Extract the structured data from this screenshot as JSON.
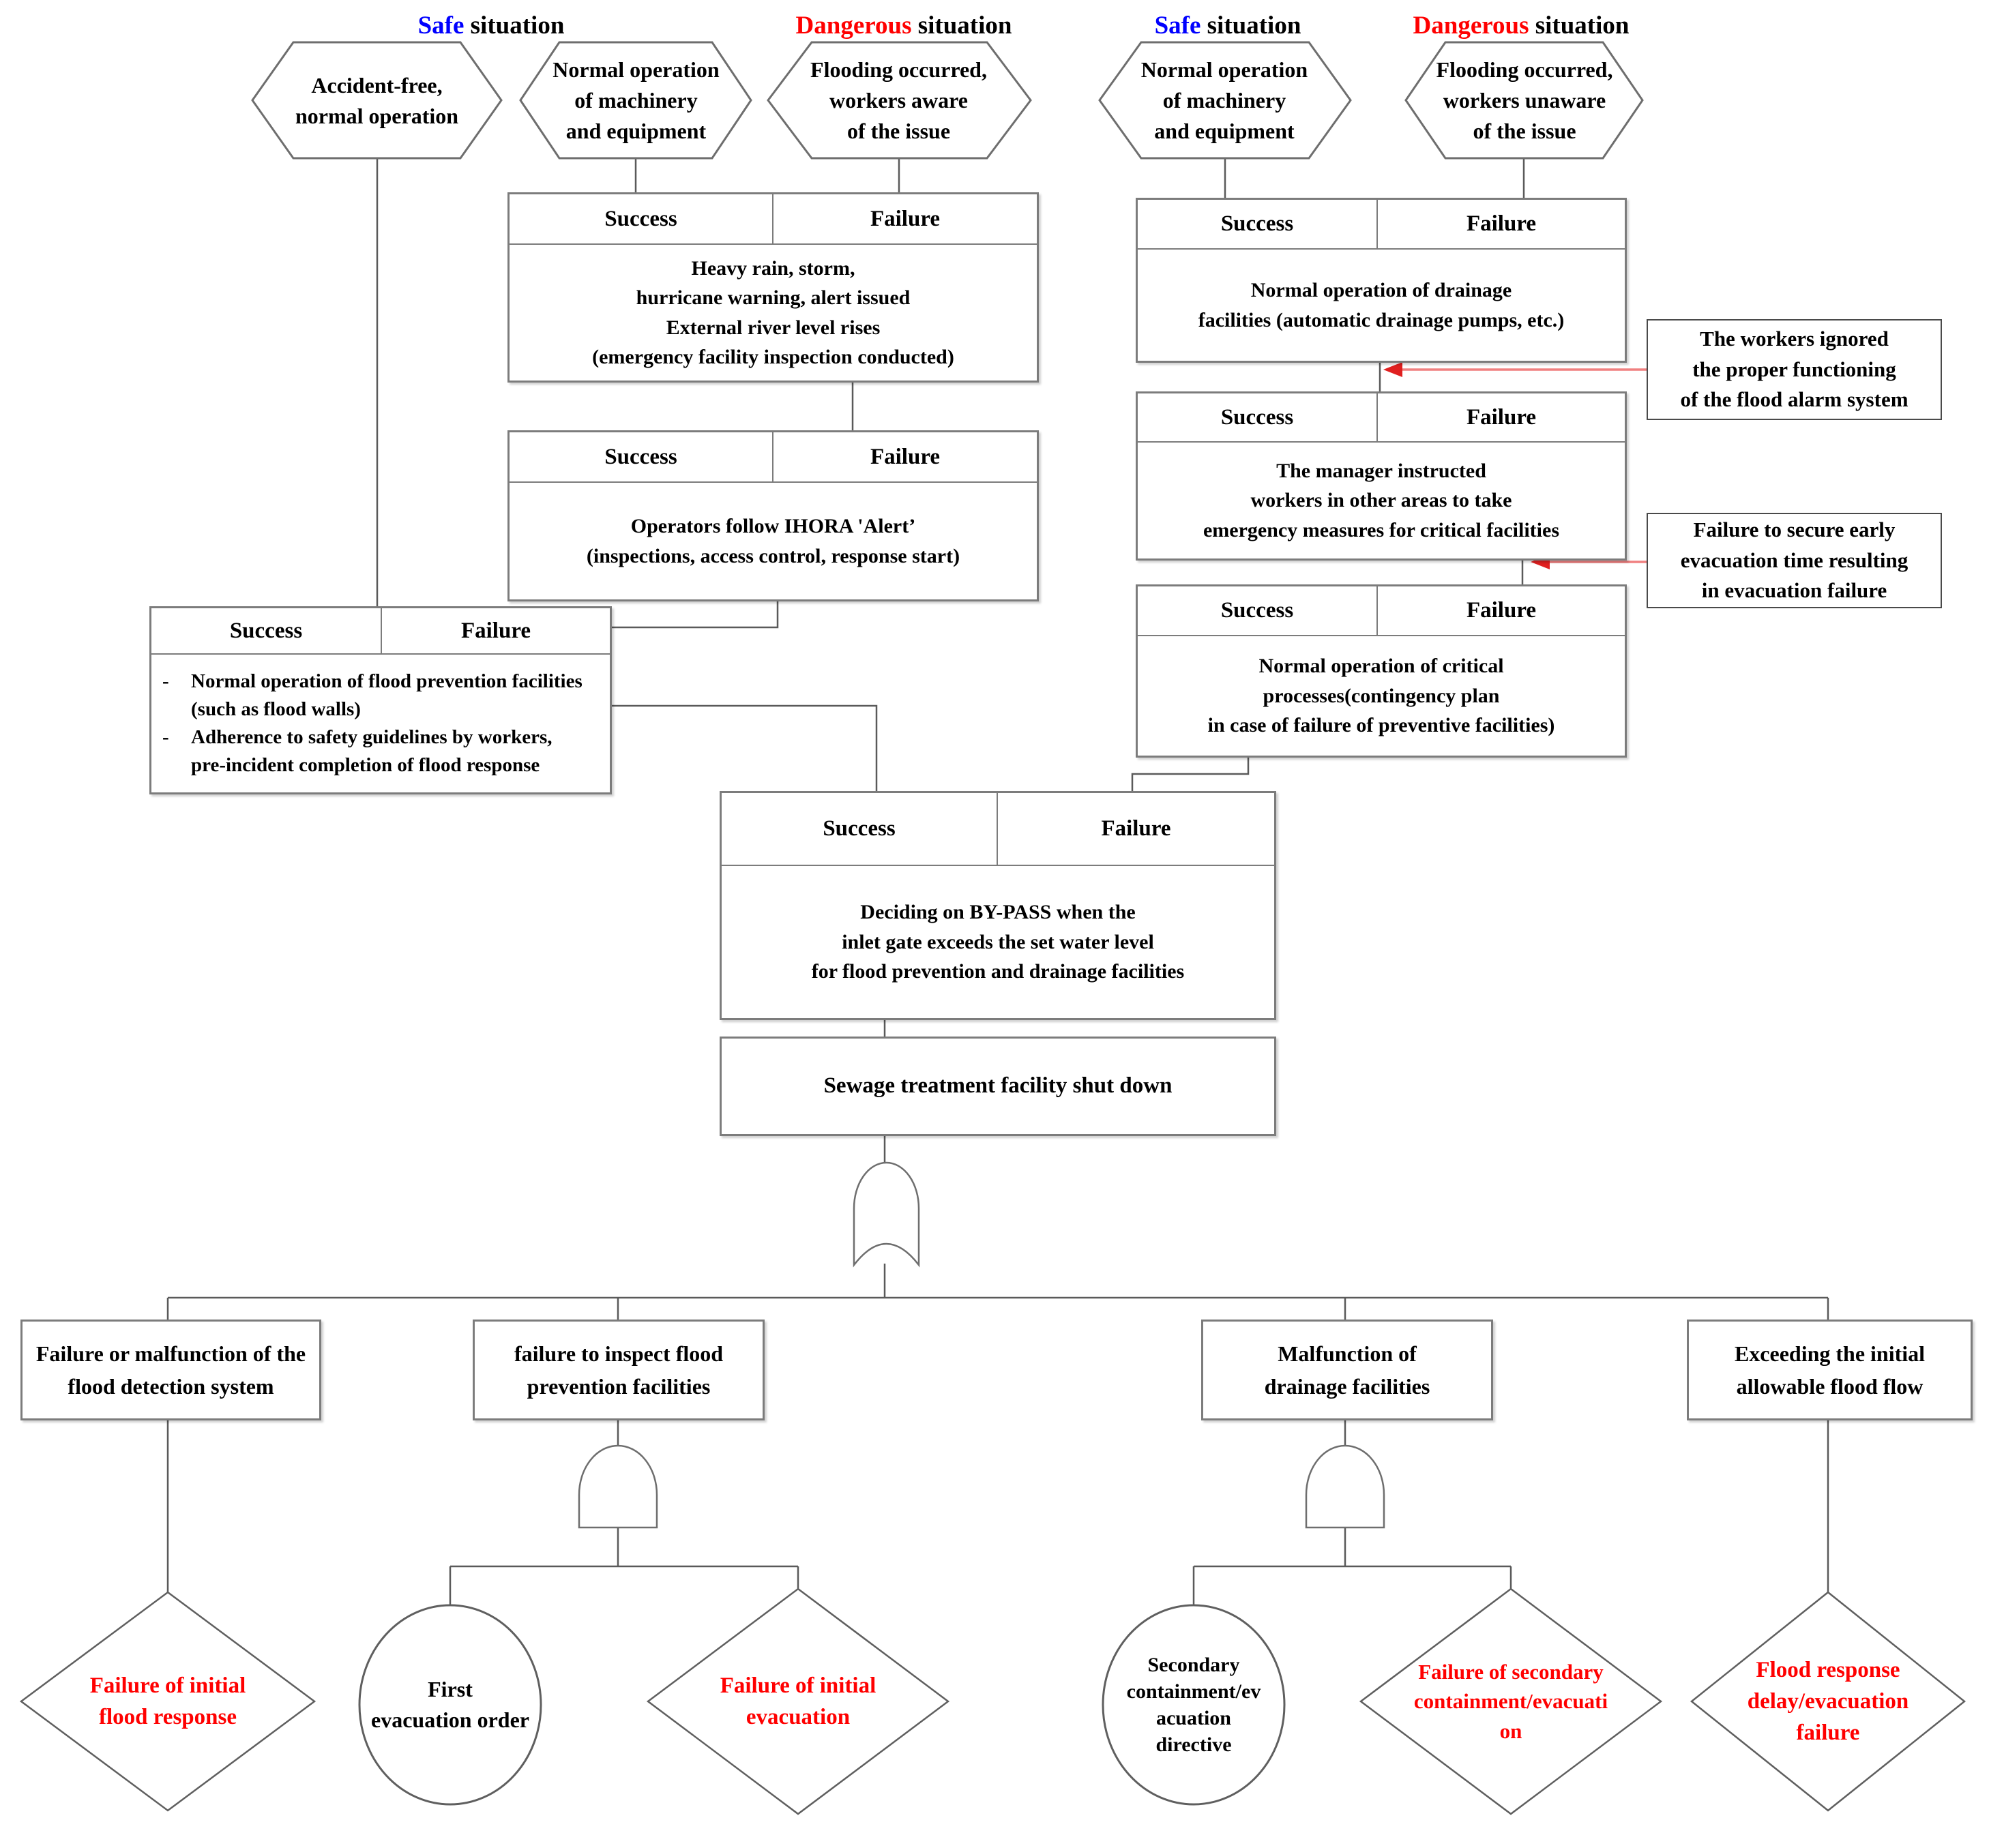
{
  "labels": {
    "success": "Success",
    "failure": "Failure"
  },
  "situation_labels": [
    {
      "emph": "Safe",
      "rest": " situation",
      "emph_color": "#0000ff"
    },
    {
      "emph": "Dangerous",
      "rest": " situation",
      "emph_color": "#ff0000"
    },
    {
      "emph": "Safe",
      "rest": " situation",
      "emph_color": "#0000ff"
    },
    {
      "emph": "Dangerous",
      "rest": " situation",
      "emph_color": "#ff0000"
    }
  ],
  "hexagons": [
    {
      "lines": [
        "Accident-free,",
        "normal operation"
      ]
    },
    {
      "lines": [
        "Normal operation",
        "of machinery",
        "and equipment"
      ]
    },
    {
      "lines": [
        "Flooding occurred,",
        "workers aware",
        "of the issue"
      ]
    },
    {
      "lines": [
        "Normal operation",
        "of machinery",
        "and equipment"
      ]
    },
    {
      "lines": [
        "Flooding occurred,",
        "workers unaware",
        "of the issue"
      ]
    }
  ],
  "event_boxes": {
    "weather": {
      "lines": [
        "Heavy rain, storm,",
        "hurricane warning, alert issued",
        "External river level rises",
        "(emergency facility inspection conducted)"
      ]
    },
    "ihora": {
      "lines": [
        "Operators follow IHORA 'Alert’",
        "(inspections, access control, response start)"
      ]
    },
    "prevention": {
      "bullets": [
        {
          "marker": "-",
          "text": "Normal operation of flood prevention facilities (such as flood walls)"
        },
        {
          "marker": "-",
          "text": "Adherence to safety guidelines by workers, pre-incident completion of flood response"
        }
      ]
    },
    "drainage": {
      "lines": [
        "Normal operation of drainage",
        "facilities (automatic drainage pumps, etc.)"
      ]
    },
    "manager": {
      "lines": [
        "The manager instructed",
        "workers in other areas to take",
        "emergency measures for critical facilities"
      ]
    },
    "critical": {
      "lines": [
        "Normal operation of critical",
        "processes(contingency plan",
        "in case of failure of preventive facilities)"
      ]
    },
    "bypass": {
      "lines": [
        "Deciding on BY-PASS when the",
        "inlet gate exceeds the set water level",
        "for flood prevention and drainage facilities"
      ]
    }
  },
  "sewage_box": {
    "text": "Sewage treatment facility shut down"
  },
  "annotations": [
    {
      "lines": [
        "The workers ignored",
        "the proper functioning",
        "of the flood alarm system"
      ]
    },
    {
      "lines": [
        "Failure to secure early",
        "evacuation time resulting",
        "in evacuation failure"
      ]
    }
  ],
  "cause_boxes": [
    {
      "lines": [
        "Failure or malfunction of the",
        "flood detection system"
      ]
    },
    {
      "lines": [
        "failure to inspect flood",
        "prevention facilities"
      ]
    },
    {
      "lines": [
        "Malfunction of",
        "drainage facilities"
      ]
    },
    {
      "lines": [
        "Exceeding the initial",
        "allowable flood flow"
      ]
    }
  ],
  "outcomes": [
    {
      "shape": "diamond",
      "color": "#ff0000",
      "lines": [
        "Failure of initial",
        "flood response"
      ]
    },
    {
      "shape": "circle",
      "color": "#000000",
      "lines": [
        "First",
        "evacuation order"
      ]
    },
    {
      "shape": "diamond",
      "color": "#ff0000",
      "lines": [
        "Failure of initial",
        "evacuation"
      ]
    },
    {
      "shape": "circle",
      "color": "#000000",
      "lines": [
        "Secondary",
        "containment/ev",
        "acuation",
        "directive"
      ]
    },
    {
      "shape": "diamond",
      "color": "#ff0000",
      "lines": [
        "Failure of secondary",
        "containment/evacuati",
        "on"
      ]
    },
    {
      "shape": "diamond",
      "color": "#ff0000",
      "lines": [
        "Flood response",
        "delay/evacuation",
        "failure"
      ]
    }
  ],
  "colors": {
    "safe_blue": "#0000ff",
    "danger_red": "#ff0000",
    "outcome_red": "#ff0000",
    "box_border": "#7c7c7c",
    "connector": "#5a5a5a",
    "arrow_line": "#f08080",
    "arrow_head": "#e02020"
  }
}
